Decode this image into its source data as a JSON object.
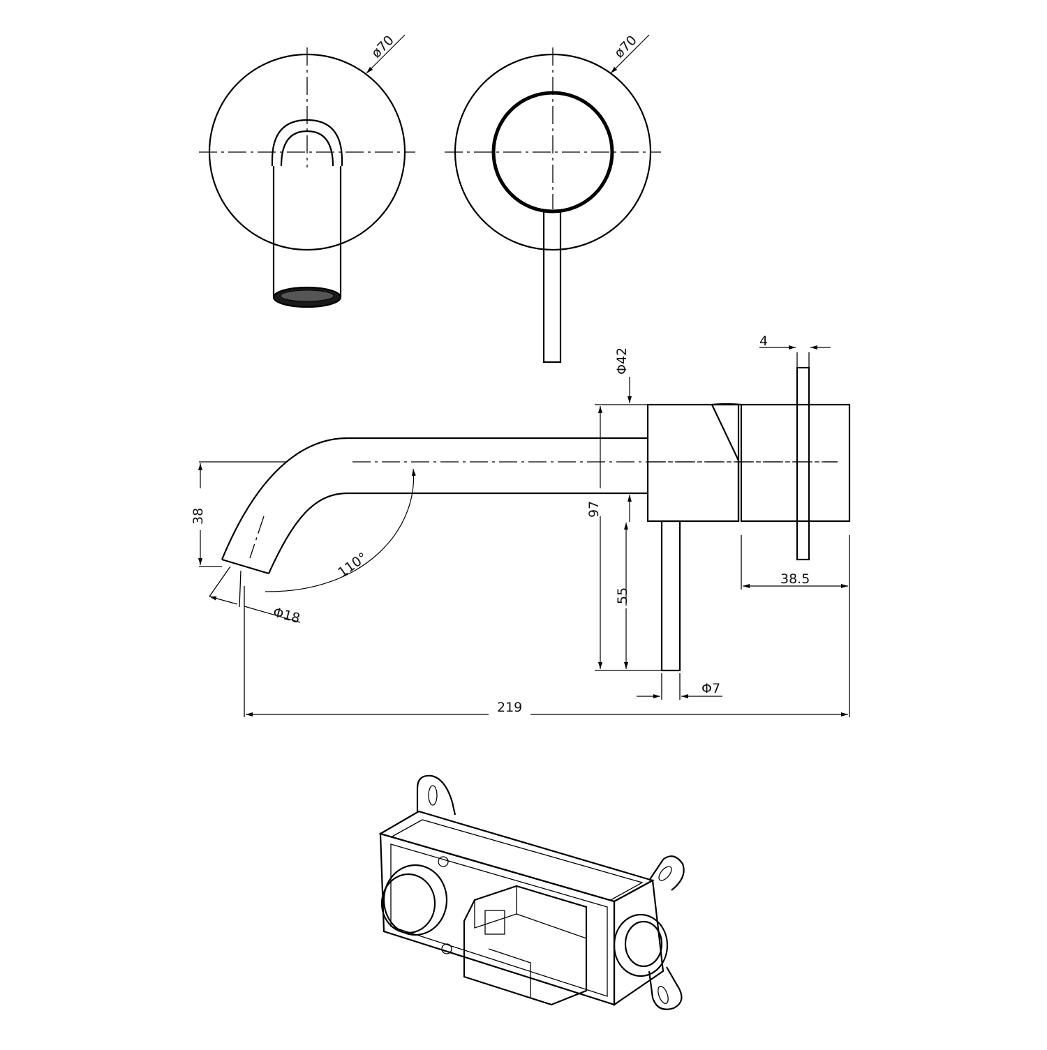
{
  "dimensions": {
    "spout_plate_dia": "ø70",
    "mixer_plate_dia": "ø70",
    "body_dia": "Φ42",
    "plate_thickness": "4",
    "spout_drop": "38",
    "body_height": "97",
    "lever_length": "55",
    "spout_angle": "110°",
    "spout_outlet_dia": "Φ18",
    "lever_dia": "Φ7",
    "sleeve_length": "38.5",
    "total_length": "219"
  }
}
